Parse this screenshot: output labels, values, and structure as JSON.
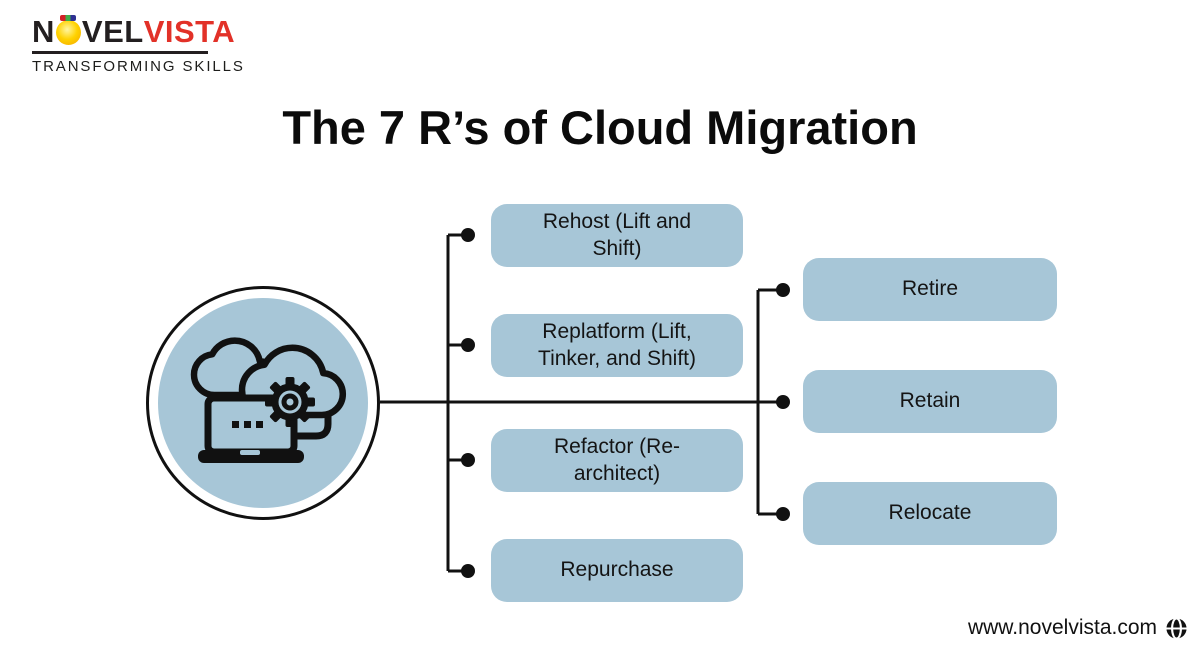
{
  "logo": {
    "name_prefix": "N",
    "name_mid": "VEL",
    "name_suffix": "VISTA",
    "tagline": "TRANSFORMING SKILLS",
    "bulb_icon": "lightbulb-icon"
  },
  "title": "The 7 R’s of Cloud Migration",
  "diagram": {
    "center_icon": "cloud-computing-icon",
    "left_items": [
      {
        "label": "Rehost (Lift and\nShift)"
      },
      {
        "label": "Replatform (Lift,\nTinker, and Shift)"
      },
      {
        "label": "Refactor (Re-\narchitect)"
      },
      {
        "label": "Repurchase"
      }
    ],
    "right_items": [
      {
        "label": "Retire"
      },
      {
        "label": "Retain"
      },
      {
        "label": "Relocate"
      }
    ]
  },
  "footer": {
    "website": "www.novelvista.com",
    "globe_icon": "globe-icon"
  },
  "colors": {
    "node_fill": "#a7c6d7",
    "connector": "#111111",
    "brand_red": "#e23128",
    "brand_dark": "#231f20",
    "bulb_yellow": "#ffd200"
  }
}
